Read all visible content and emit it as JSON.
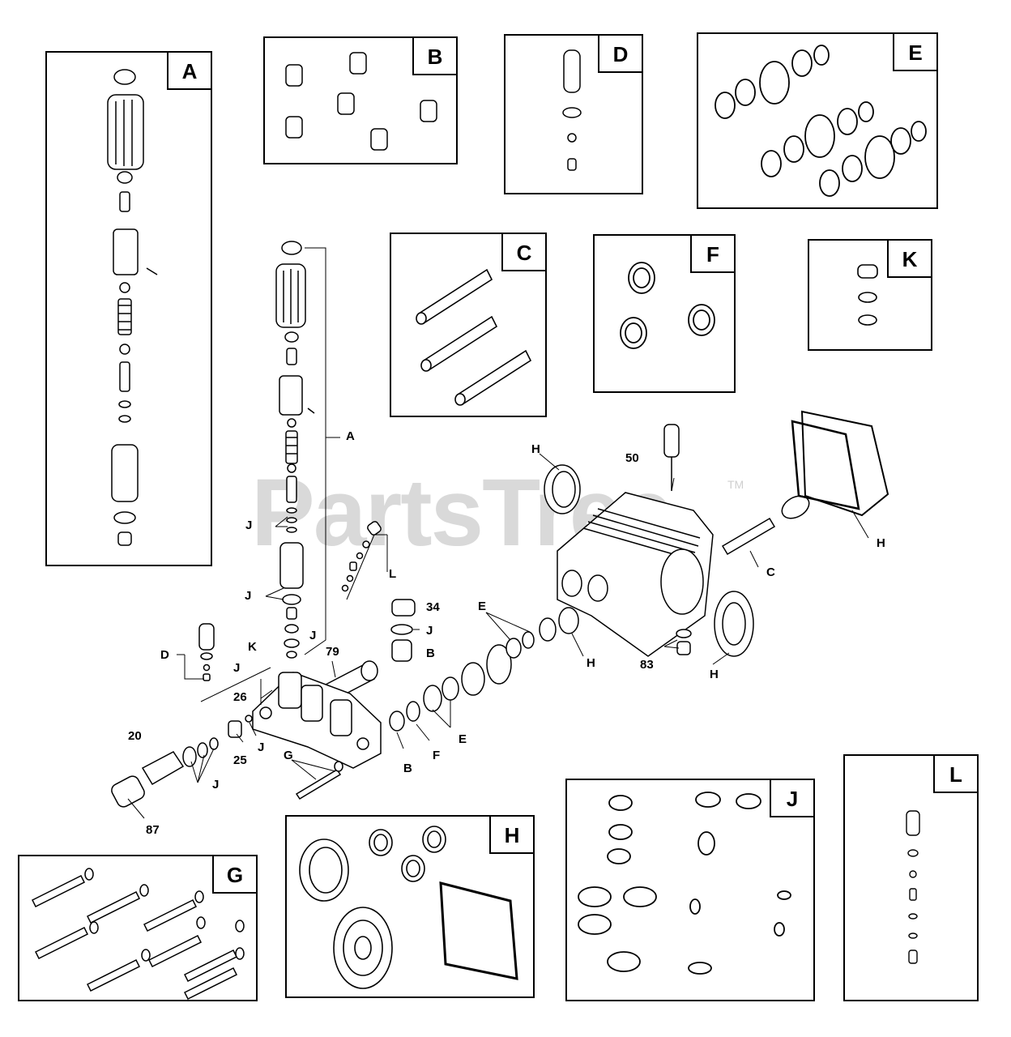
{
  "watermark": {
    "text": "PartsTree",
    "tm": "TM"
  },
  "boxes": {
    "A": "A",
    "B": "B",
    "C": "C",
    "D": "D",
    "E": "E",
    "F": "F",
    "G": "G",
    "H": "H",
    "J": "J",
    "K": "K",
    "L": "L"
  },
  "callouts": {
    "A": "A",
    "J1": "J",
    "J2": "J",
    "L": "L",
    "n34": "34",
    "J3": "J",
    "B1": "B",
    "K": "K",
    "J4": "J",
    "D": "D",
    "J5": "J",
    "n79": "79",
    "n26": "26",
    "n20": "20",
    "n25": "25",
    "J6": "J",
    "J7": "J",
    "G": "G",
    "n87": "87",
    "B2": "B",
    "F": "F",
    "E1": "E",
    "E2": "E",
    "H1": "H",
    "H2": "H",
    "n50": "50",
    "C": "C",
    "H3": "H",
    "n83": "83",
    "H4": "H"
  }
}
